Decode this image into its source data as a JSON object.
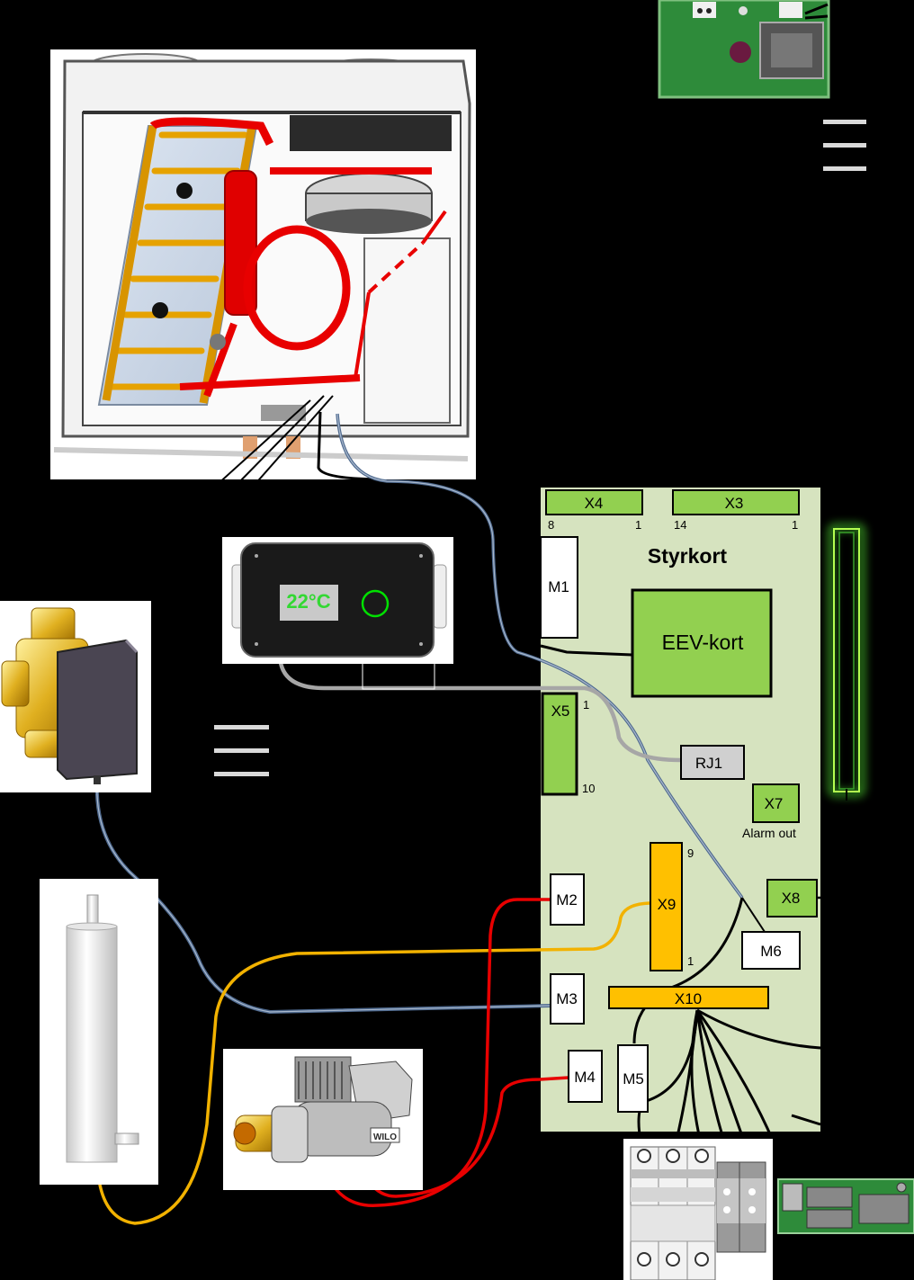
{
  "colors": {
    "board": "#d6e3bf",
    "connector_green": "#92d050",
    "connector_orange": "#ffc000",
    "wire_red": "#e80000",
    "wire_blue": "#4f6a8f",
    "wire_orange": "#f2b200",
    "wire_gray": "#a6a6a6",
    "led_green": "#00e000"
  },
  "board": {
    "title": "Styrkort",
    "x4": {
      "label": "X4",
      "pin_left": "8",
      "pin_right": "1"
    },
    "x3": {
      "label": "X3",
      "pin_left": "14",
      "pin_right": "1"
    },
    "m1": "M1",
    "eev": "EEV-kort",
    "x5": {
      "label": "X5",
      "pin_top": "1",
      "pin_bottom": "10"
    },
    "rj1": "RJ1",
    "x7": {
      "label": "X7",
      "caption": "Alarm out"
    },
    "m2": "M2",
    "x9": {
      "label": "X9",
      "pin_top": "9",
      "pin_bottom": "1"
    },
    "x8": "X8",
    "m6": "M6",
    "m3": "M3",
    "x10": "X10",
    "m4": "M4",
    "m5": "M5"
  },
  "display": {
    "temperature": "22°C"
  },
  "icons": {
    "heat_pump": "heat-pump-unit-icon",
    "pcb_top": "circuit-board-icon",
    "control_panel": "control-panel-icon",
    "valve": "three-way-valve-icon",
    "heater": "immersion-heater-icon",
    "pump": "circulation-pump-icon",
    "breakers": "circuit-breaker-icon",
    "pcb_bottom": "circuit-board-icon"
  }
}
